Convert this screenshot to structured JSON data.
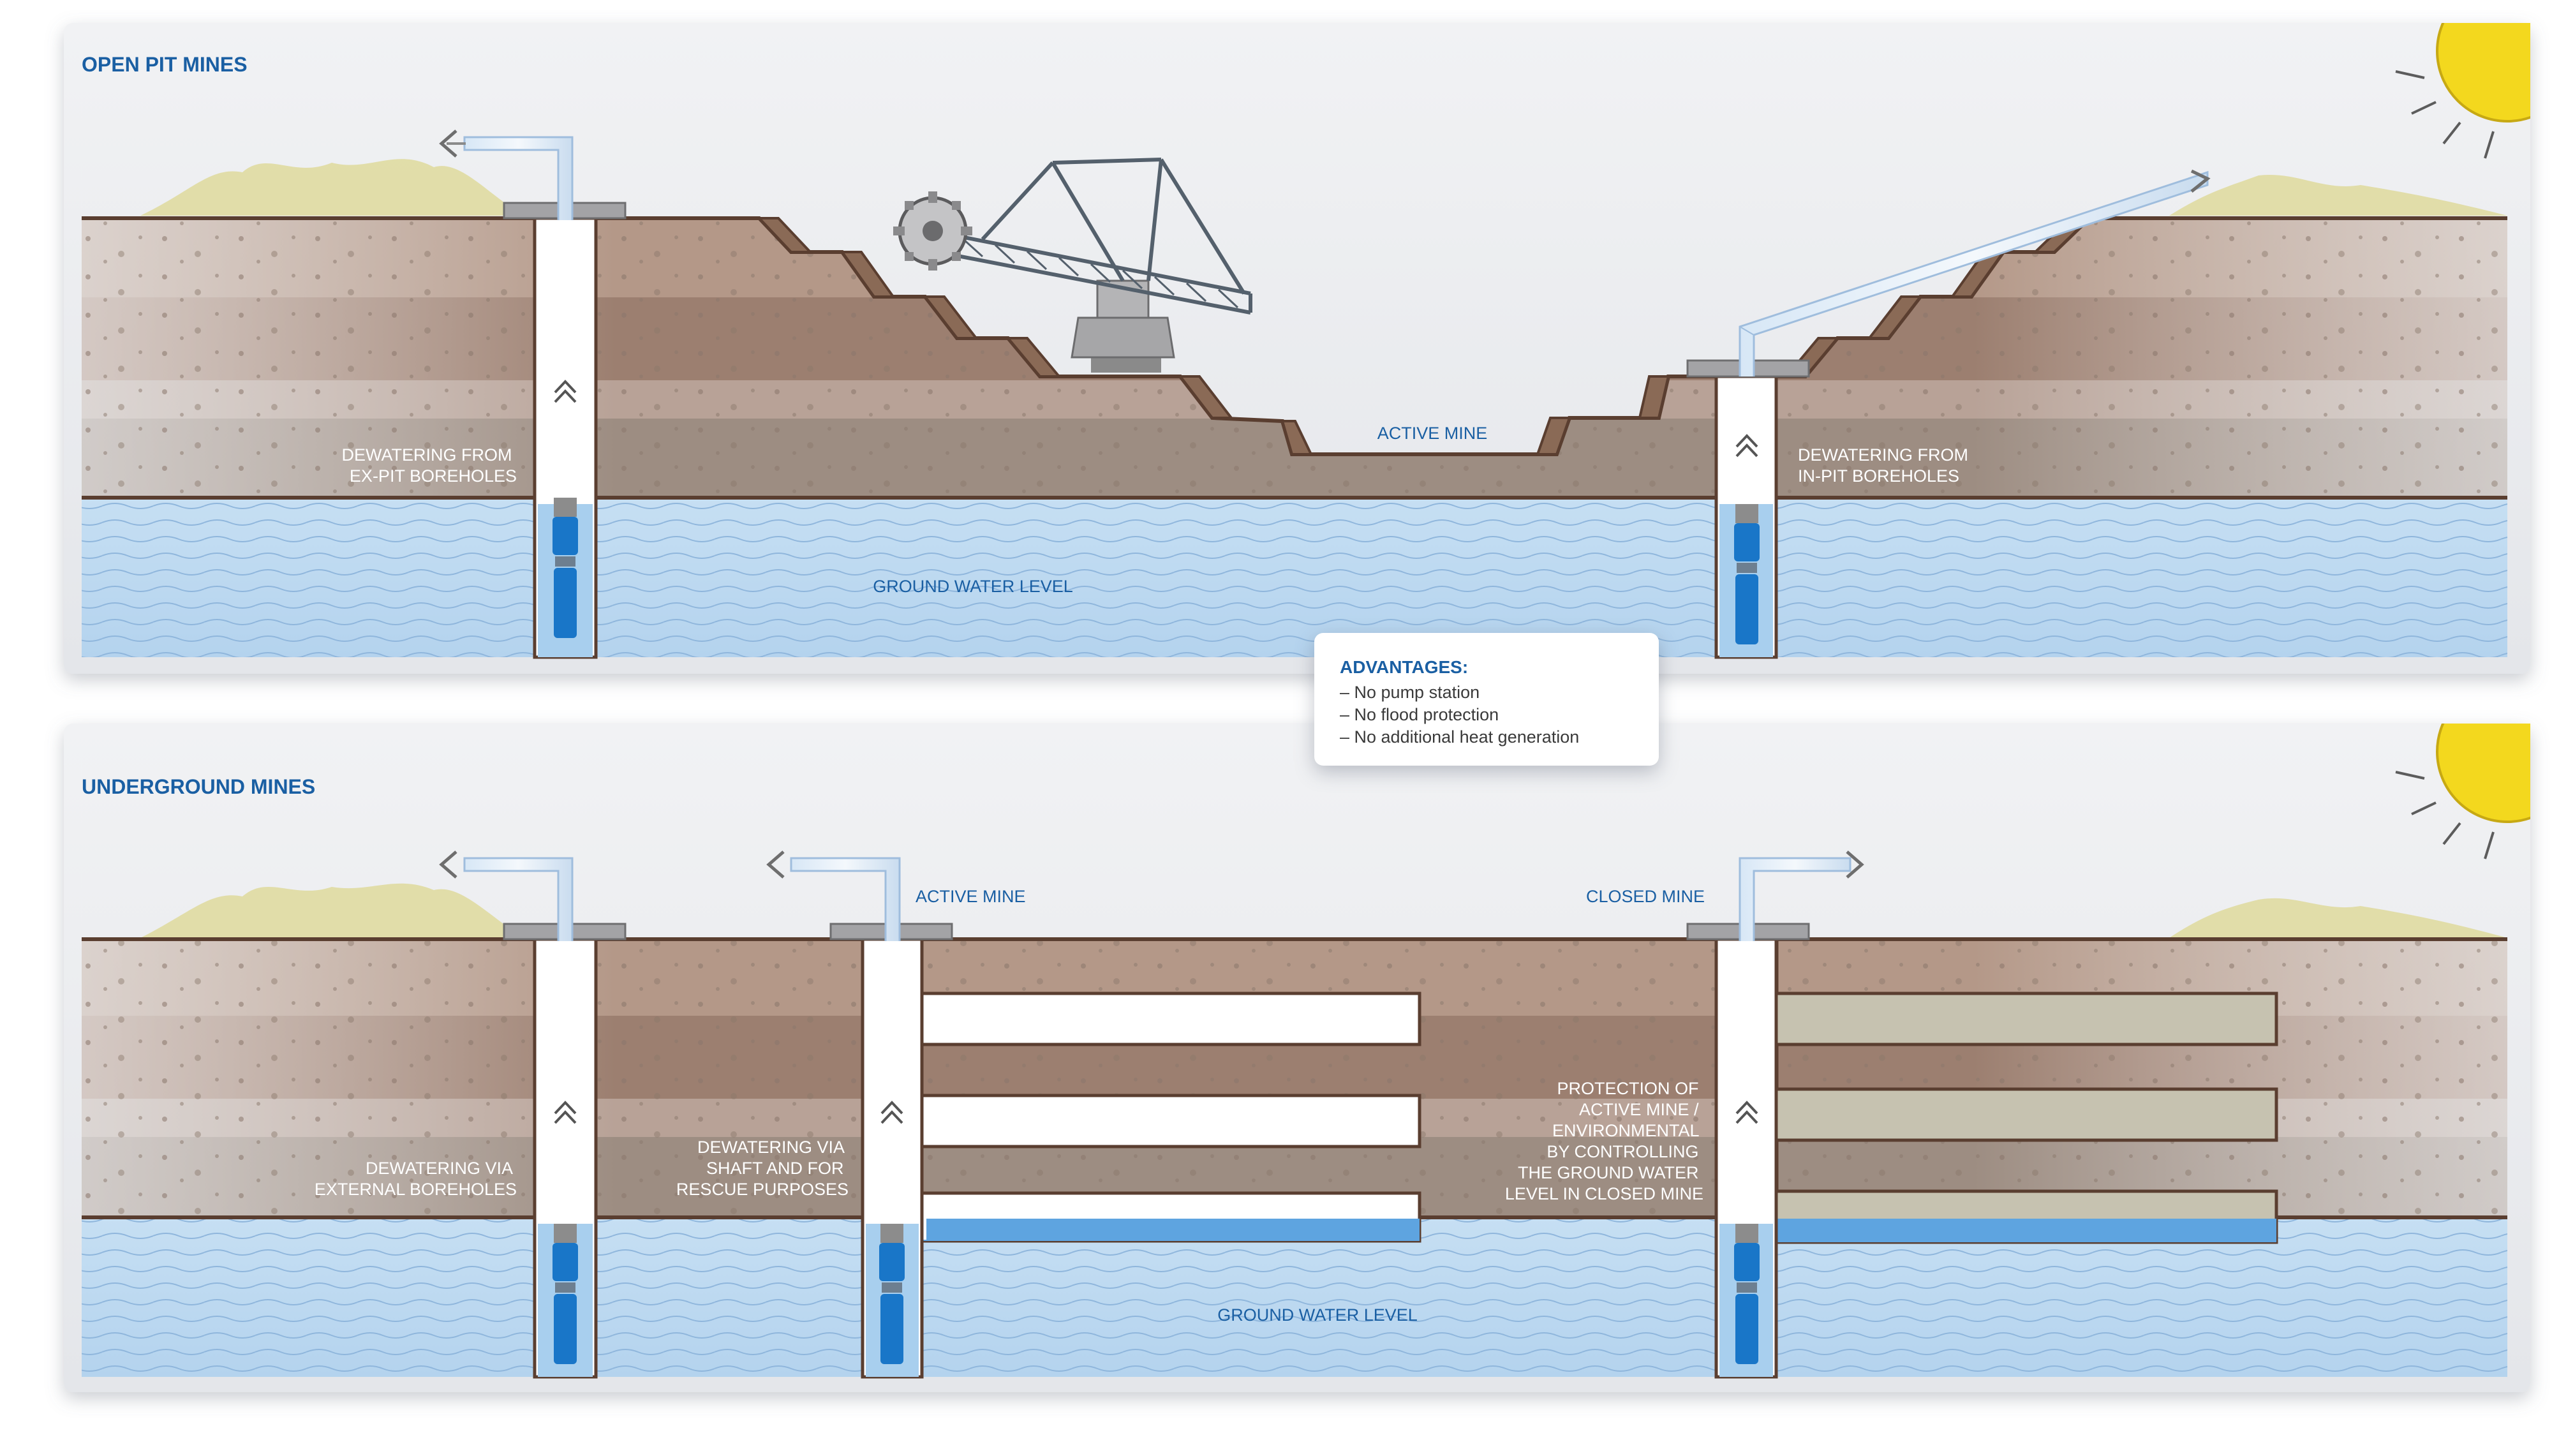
{
  "open_pit": {
    "title": "OPEN PIT MINES",
    "ex_pit_label": [
      "DEWATERING FROM",
      "EX-PIT BOREHOLES"
    ],
    "in_pit_label": [
      "DEWATERING FROM",
      "IN-PIT BOREHOLES"
    ],
    "active_mine": "ACTIVE MINE",
    "ground_water": "GROUND WATER LEVEL"
  },
  "underground": {
    "title": "UNDERGROUND MINES",
    "external_label": [
      "DEWATERING VIA",
      "EXTERNAL BOREHOLES"
    ],
    "shaft_label": [
      "DEWATERING VIA",
      "SHAFT AND FOR",
      "RESCUE PURPOSES"
    ],
    "active_mine": "ACTIVE MINE",
    "closed_mine": "CLOSED MINE",
    "protection_label": [
      "PROTECTION OF",
      "ACTIVE MINE /",
      "ENVIRONMENTAL",
      "BY CONTROLLING",
      "THE GROUND WATER",
      "LEVEL IN CLOSED MINE"
    ],
    "ground_water": "GROUND WATER LEVEL"
  },
  "advantages": {
    "title": "ADVANTAGES:",
    "items": [
      "– No pump station",
      "– No flood protection",
      "– No additional heat generation"
    ]
  },
  "colors": {
    "title_blue": "#1a5fa3",
    "water": "#bcd9f1",
    "soil_light": "#c8b4a8",
    "soil_dark": "#9a8070",
    "pump_blue": "#1976c8",
    "sun": "#f3d81e"
  },
  "icons": [
    "sun-icon",
    "pump-icon",
    "bucket-wheel-excavator-icon",
    "outflow-arrow-icon"
  ]
}
